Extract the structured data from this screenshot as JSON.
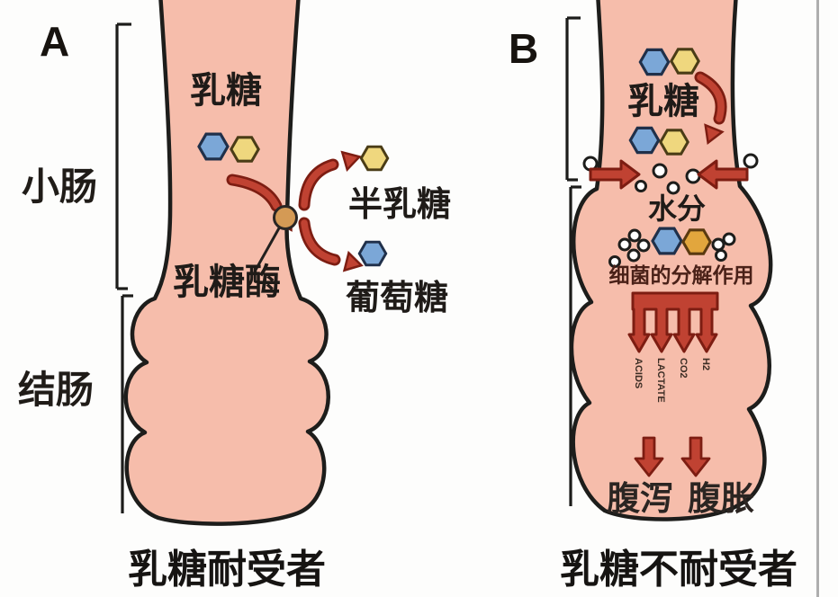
{
  "panel_a": {
    "letter": "A",
    "small_intestine_label": "小肠",
    "colon_label": "结肠",
    "lactose_label": "乳糖",
    "lactase_label": "乳糖酶",
    "galactose_label": "半乳糖",
    "glucose_label": "葡萄糖",
    "caption": "乳糖耐受者"
  },
  "panel_b": {
    "letter": "B",
    "lactose_label": "乳糖",
    "water_label": "水分",
    "bacteria_label": "细菌的分解作用",
    "products": [
      "ACIDS",
      "LACTATE",
      "CO2",
      "H2"
    ],
    "diarrhea_label": "腹泻",
    "bloating_label": "腹胀",
    "caption": "乳糖不耐受者"
  },
  "colors": {
    "intestine_fill": "#f6bdab",
    "outline": "#1d1d1b",
    "arrow_red": "#c04232",
    "arrow_red_dark": "#7d1d12",
    "hex_blue": "#7ba7d7",
    "hex_yellow": "#efd77e",
    "hex_orange": "#e2a63d",
    "enzyme_tan": "#d49a55",
    "bacteria_text": "#4a2118"
  }
}
